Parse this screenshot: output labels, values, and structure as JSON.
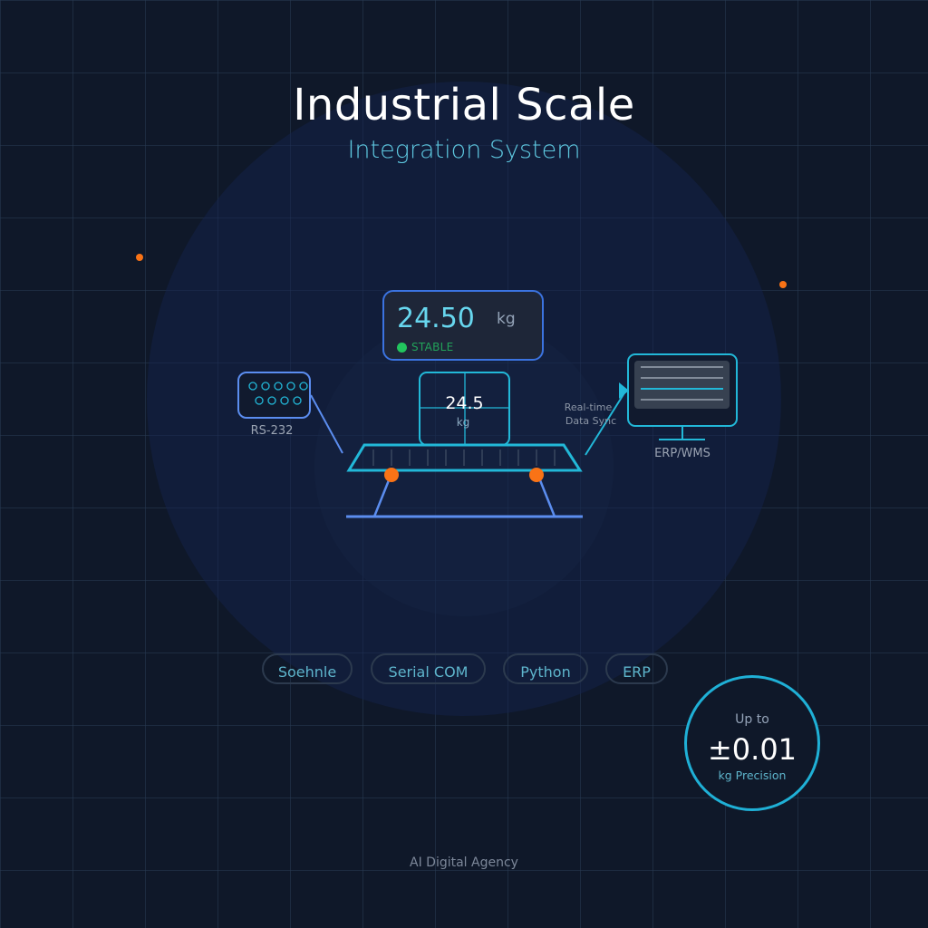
{
  "header": {
    "title": "Industrial Scale",
    "subtitle": "Integration System"
  },
  "readout": {
    "value": "24.50",
    "unit": "kg",
    "status": "STABLE",
    "status_color": "#22c55e"
  },
  "scale": {
    "display_value": "24.5",
    "display_unit": "kg"
  },
  "connections": {
    "serial_port_label": "RS-232",
    "sync_label_line1": "Real-time",
    "sync_label_line2": "Data Sync",
    "erp_label": "ERP/WMS"
  },
  "tags": [
    {
      "label": "Soehnle"
    },
    {
      "label": "Serial COM"
    },
    {
      "label": "Python"
    },
    {
      "label": "ERP"
    }
  ],
  "precision": {
    "top": "Up to",
    "value": "±0.01",
    "bottom": "kg Precision"
  },
  "footer": {
    "text": "AI Digital Agency"
  },
  "colors": {
    "background": "#0f1829",
    "accent_cyan": "#1fb0d6",
    "accent_blue": "#3b73e0",
    "accent_orange": "#f97316",
    "status_green": "#22c55e"
  }
}
